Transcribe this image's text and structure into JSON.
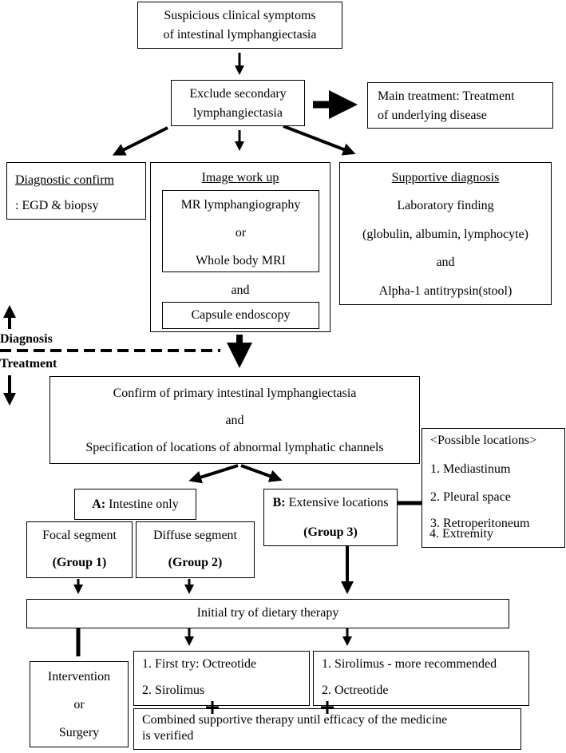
{
  "nodes": {
    "symptoms": [
      "Suspicious clinical symptoms",
      "of intestinal lymphangiectasia"
    ],
    "exclude": [
      "Exclude secondary",
      "lymphangiectasia"
    ],
    "main_treatment": [
      "Main treatment: Treatment",
      "of underlying disease"
    ],
    "diagnostic_confirm": {
      "title": "Diagnostic confirm",
      "text": ": EGD & biopsy"
    },
    "image_work_up": {
      "title": "Image work up",
      "mr": [
        "MR lymphangiography",
        "or",
        "Whole body MRI"
      ],
      "and": "and",
      "capsule": "Capsule endoscopy"
    },
    "supportive_diagnosis": {
      "title": "Supportive diagnosis",
      "lines": [
        "Laboratory finding",
        "(globulin, albumin, lymphocyte)",
        "and",
        "Alpha-1 antitrypsin(stool)"
      ]
    },
    "divider": {
      "diagnosis": "Diagnosis",
      "treatment": "Treatment"
    },
    "confirm": [
      "Confirm of primary intestinal lymphangiectasia",
      "and",
      "Specification of locations of abnormal lymphatic channels"
    ],
    "possible_locations": {
      "title": "<Possible locations>",
      "items": [
        "1. Mediastinum",
        "2. Pleural space",
        "3. Retroperitoneum",
        "4. Extremity"
      ]
    },
    "intestine_only": {
      "prefix": "A:",
      "text": " Intestine only"
    },
    "extensive": {
      "prefix": "B:",
      "text": " Extensive locations",
      "group": "(Group 3)"
    },
    "focal": {
      "text": "Focal segment",
      "group": "(Group 1)"
    },
    "diffuse": {
      "text": "Diffuse segment",
      "group": "(Group 2)"
    },
    "dietary": "Initial try of dietary therapy",
    "intervention": [
      "Intervention",
      "or",
      "Surgery"
    ],
    "octreotide_first": [
      "1. First try: Octreotide",
      "2. Sirolimus"
    ],
    "sirolimus_first": [
      "1. Sirolimus - more recommended",
      "2. Octreotide"
    ],
    "combined": [
      "Combined supportive therapy until efficacy of the medicine",
      "is verified"
    ]
  }
}
